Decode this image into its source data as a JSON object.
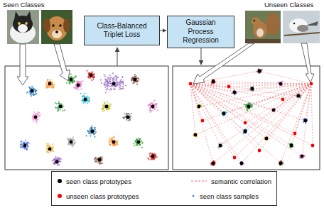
{
  "diagram": {
    "nodes": [
      {
        "text": [
          "Class-Balanced Triplet Loss"
        ]
      },
      {
        "text": [
          "Gaussian Process Regression"
        ]
      }
    ],
    "edges": [
      {
        "from": 0,
        "to": 1,
        "arrow": "to"
      }
    ],
    "labels": [
      "Seen Classes",
      "Unseen Classes"
    ],
    "legend": [
      {
        "text": "seen class prototypes",
        "color": "#000000"
      },
      {
        "text": "semantic correlation"
      },
      {
        "text": "unseen class prototypes",
        "color": "#ff0000"
      },
      {
        "text": "seen class samples"
      }
    ]
  }
}
